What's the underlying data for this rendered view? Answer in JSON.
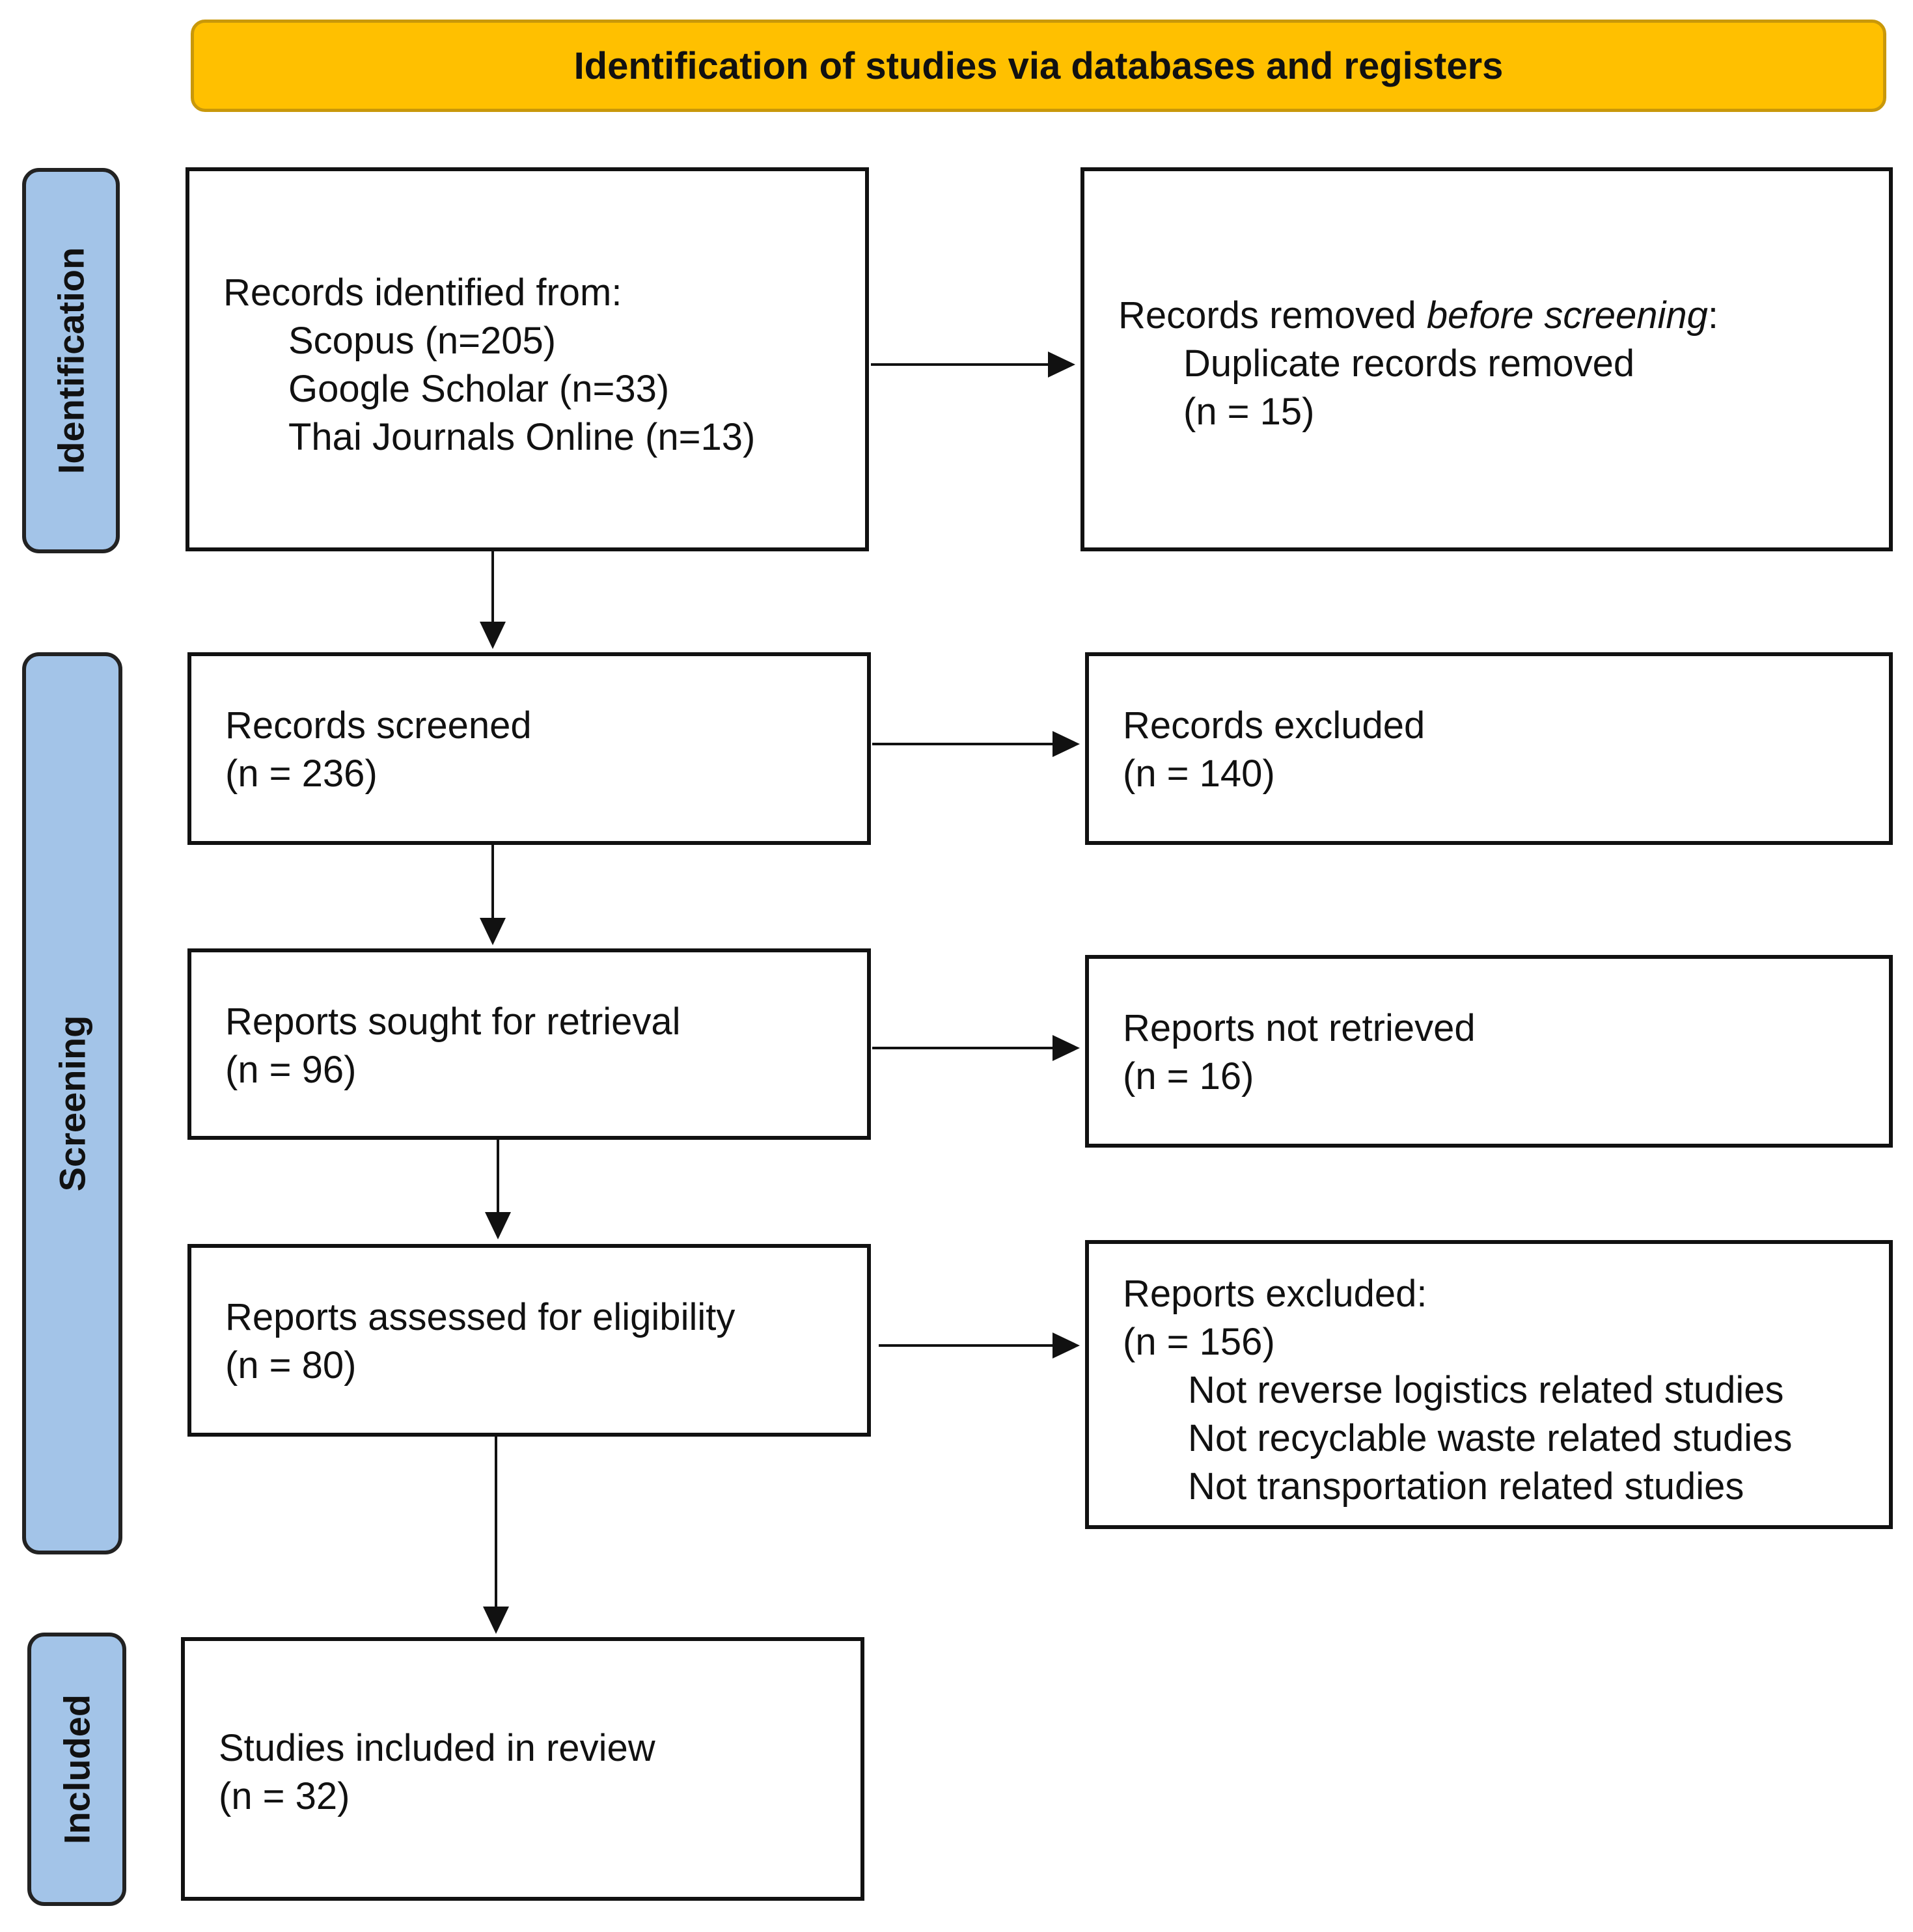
{
  "header": {
    "title": "Identification of studies via databases and registers"
  },
  "phases": {
    "identification": "Identification",
    "screening": "Screening",
    "included": "Included"
  },
  "boxes": {
    "records_identified": {
      "title": "Records identified from:",
      "sources": [
        "Scopus (n=205)",
        "Google Scholar (n=33)",
        "Thai Journals Online (n=13)"
      ]
    },
    "records_removed": {
      "title_start": "Records removed ",
      "title_italic": "before screening",
      "title_end": ":",
      "line1": "Duplicate records removed",
      "line2": "(n = 15)"
    },
    "records_screened": {
      "title": "Records screened",
      "count": "(n = 236)"
    },
    "records_excluded": {
      "title": "Records excluded",
      "count": "(n = 140)"
    },
    "reports_sought": {
      "title": "Reports sought for retrieval",
      "count": "(n = 96)"
    },
    "reports_not_retrieved": {
      "title": "Reports not retrieved",
      "count": "(n = 16)"
    },
    "reports_assessed": {
      "title": "Reports assessed for eligibility",
      "count": "(n = 80)"
    },
    "reports_excluded": {
      "title": "Reports excluded:",
      "count": "(n = 156)",
      "reasons": [
        "Not reverse logistics related studies",
        "Not recyclable waste related studies",
        "Not transportation related studies"
      ]
    },
    "studies_included": {
      "title": "Studies included in review",
      "count": "(n = 32)"
    }
  },
  "colors": {
    "header_fill": "#FFC000",
    "phase_fill": "#A3C4E8",
    "border": "#111111"
  }
}
